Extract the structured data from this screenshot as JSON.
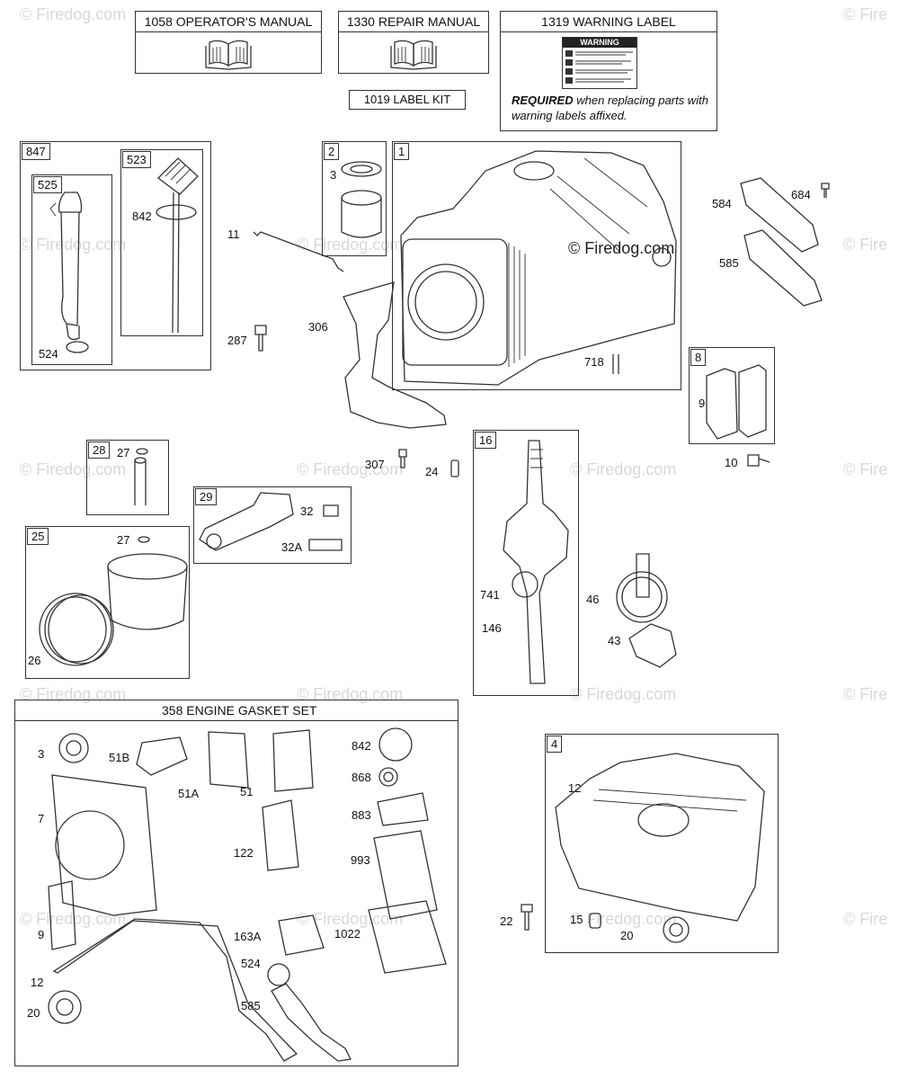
{
  "manuals": {
    "operator": "1058 OPERATOR'S MANUAL",
    "repair": "1330 REPAIR MANUAL",
    "label_kit": "1019 LABEL KIT"
  },
  "warning_label": {
    "title": "1319 WARNING LABEL",
    "mini_heading": "WARNING",
    "required_word": "REQUIRED",
    "required_text": " when replacing parts with warning labels affixed."
  },
  "watermark": {
    "main": "© Firedog.com",
    "repeat": "© Firedog.com",
    "edge": "© Fire"
  },
  "groups": {
    "g847": {
      "tag": "847",
      "parts": {
        "p525": "525",
        "p523": "523",
        "p842": "842",
        "p524": "524"
      }
    },
    "g2": {
      "tag": "2",
      "parts": {
        "p3": "3"
      }
    },
    "g1": {
      "tag": "1",
      "parts": {
        "p718": "718"
      }
    },
    "g8": {
      "tag": "8",
      "parts": {
        "p9": "9"
      }
    },
    "g28": {
      "tag": "28",
      "parts": {
        "p27": "27"
      }
    },
    "g29": {
      "tag": "29",
      "parts": {
        "p32": "32",
        "p32a": "32A"
      }
    },
    "g25": {
      "tag": "25",
      "parts": {
        "p27": "27",
        "p26": "26"
      }
    },
    "g16": {
      "tag": "16",
      "parts": {
        "p741": "741",
        "p146": "146"
      }
    },
    "g4": {
      "tag": "4",
      "parts": {
        "p12": "12",
        "p15": "15",
        "p20": "20"
      }
    },
    "g358": {
      "title": "358 ENGINE GASKET SET",
      "parts": {
        "p3": "3",
        "p51b": "51B",
        "p51a": "51A",
        "p51": "51",
        "p842": "842",
        "p868": "868",
        "p883": "883",
        "p7": "7",
        "p122": "122",
        "p993": "993",
        "p9": "9",
        "p163a": "163A",
        "p1022": "1022",
        "p12": "12",
        "p524": "524",
        "p20": "20",
        "p585": "585"
      }
    }
  },
  "loose_parts": {
    "p11": "11",
    "p287": "287",
    "p306": "306",
    "p307": "307",
    "p24": "24",
    "p584": "584",
    "p684": "684",
    "p585": "585",
    "p10": "10",
    "p46": "46",
    "p43": "43",
    "p22": "22"
  }
}
